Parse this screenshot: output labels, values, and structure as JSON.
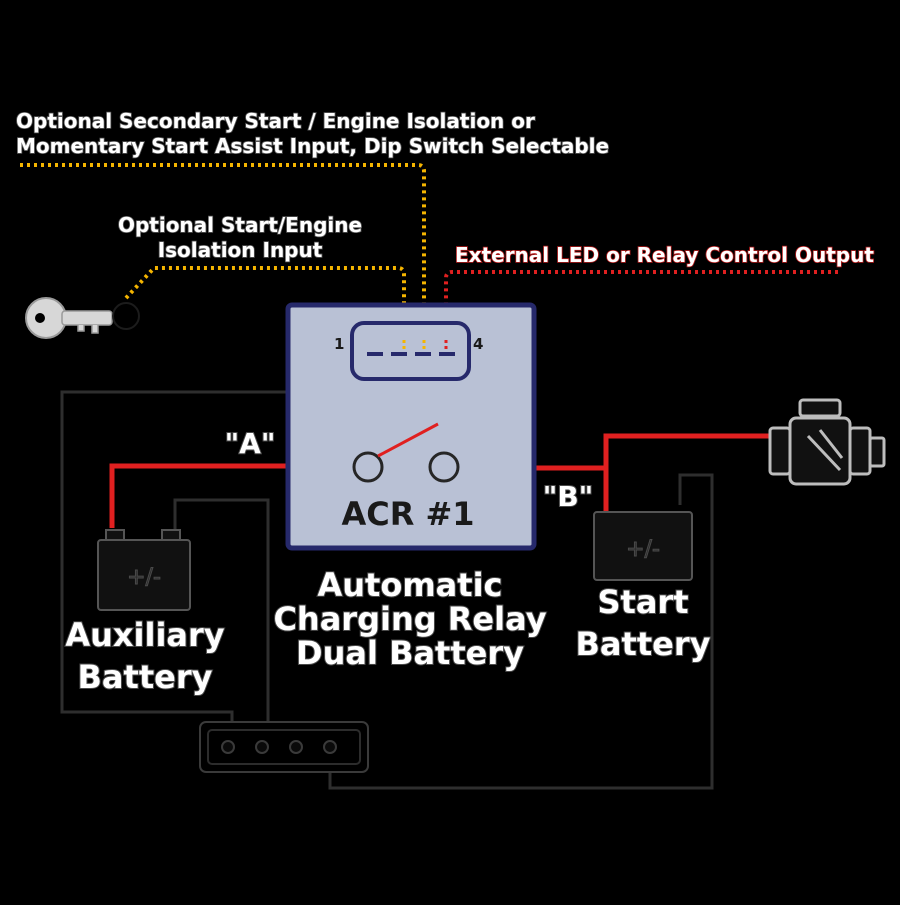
{
  "labels": {
    "secondary_input_line1": "Optional Secondary Start / Engine Isolation or",
    "secondary_input_line2": "Momentary Start Assist Input, Dip Switch Selectable",
    "start_isolation_line1": "Optional Start/Engine",
    "start_isolation_line2": "Isolation Input",
    "external_output": "External LED or Relay Control Output",
    "terminal_a": "\"A\"",
    "terminal_b": "\"B\"",
    "pin_first": "1",
    "pin_last": "4",
    "relay_name": "ACR #1",
    "relay_desc_line1": "Automatic",
    "relay_desc_line2": "Charging Relay",
    "relay_desc_line3": "Dual Battery",
    "aux_battery_line1": "Auxiliary",
    "aux_battery_line2": "Battery",
    "start_battery_line1": "Start",
    "start_battery_line2": "Battery",
    "battery_symbol": "+/-"
  },
  "icons": [
    "key-icon",
    "engine-icon",
    "battery-icon",
    "bus-bar-icon"
  ],
  "colors": {
    "positive_wire": "#e02020",
    "negative_wire": "#000000",
    "signal_wire": "#f5b500",
    "relay_box": "#b9c1d5",
    "relay_border": "#26296b"
  }
}
